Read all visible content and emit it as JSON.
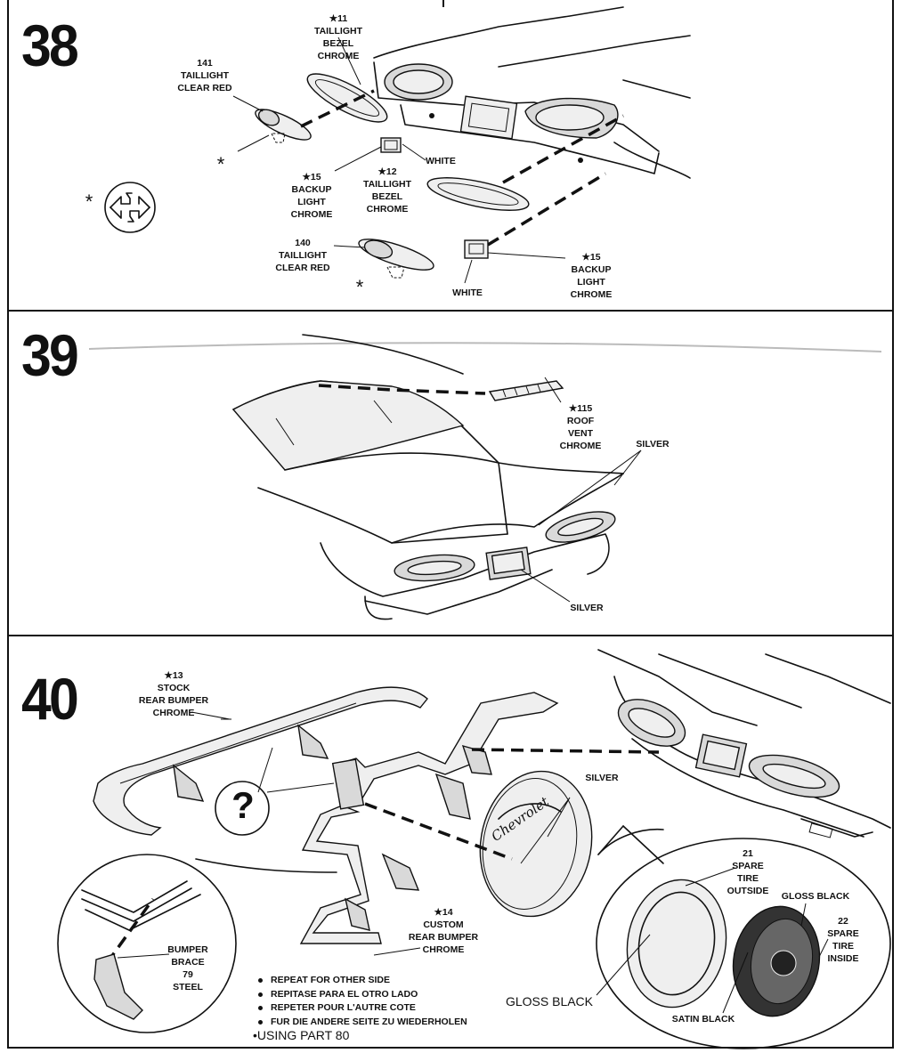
{
  "steps": [
    {
      "number": "38",
      "labels": {
        "taillight_bezel_11": "★11\nTAILLIGHT\nBEZEL\nCHROME",
        "taillight_141": "141\nTAILLIGHT\nCLEAR RED",
        "white_1": "WHITE",
        "backup_light_15_a": "★15\nBACKUP\nLIGHT\nCHROME",
        "taillight_bezel_12": "★12\nTAILLIGHT\nBEZEL\nCHROME",
        "taillight_140": "140\nTAILLIGHT\nCLEAR RED",
        "backup_light_15_b": "★15\nBACKUP\nLIGHT\nCHROME",
        "white_2": "WHITE",
        "asterisk": "*"
      }
    },
    {
      "number": "39",
      "labels": {
        "roof_vent_115": "★115\nROOF\nVENT\nCHROME",
        "silver_1": "SILVER",
        "silver_2": "SILVER"
      }
    },
    {
      "number": "40",
      "labels": {
        "stock_rear_bumper_13": "★13\nSTOCK\nREAR BUMPER\nCHROME",
        "silver": "SILVER",
        "custom_rear_bumper_14": "★14\nCUSTOM\nREAR BUMPER\nCHROME",
        "bumper_brace_79": "BUMPER\nBRACE\n79\nSTEEL",
        "spare_tire_outside_21": "21\nSPARE\nTIRE\nOUTSIDE",
        "gloss_black_1": "GLOSS BLACK",
        "spare_tire_inside_22": "22\nSPARE\nTIRE\nINSIDE",
        "gloss_black_2": "GLOSS BLACK",
        "satin_black": "SATIN BLACK",
        "question_mark": "?"
      },
      "bullets": [
        "REPEAT FOR OTHER SIDE",
        "REPITASE PARA EL OTRO LADO",
        "REPETER POUR L'AUTRE COTE",
        "FUR DIE ANDERE SEITE ZU WIEDERHOLEN"
      ],
      "footnote": "•USING PART 80"
    }
  ]
}
